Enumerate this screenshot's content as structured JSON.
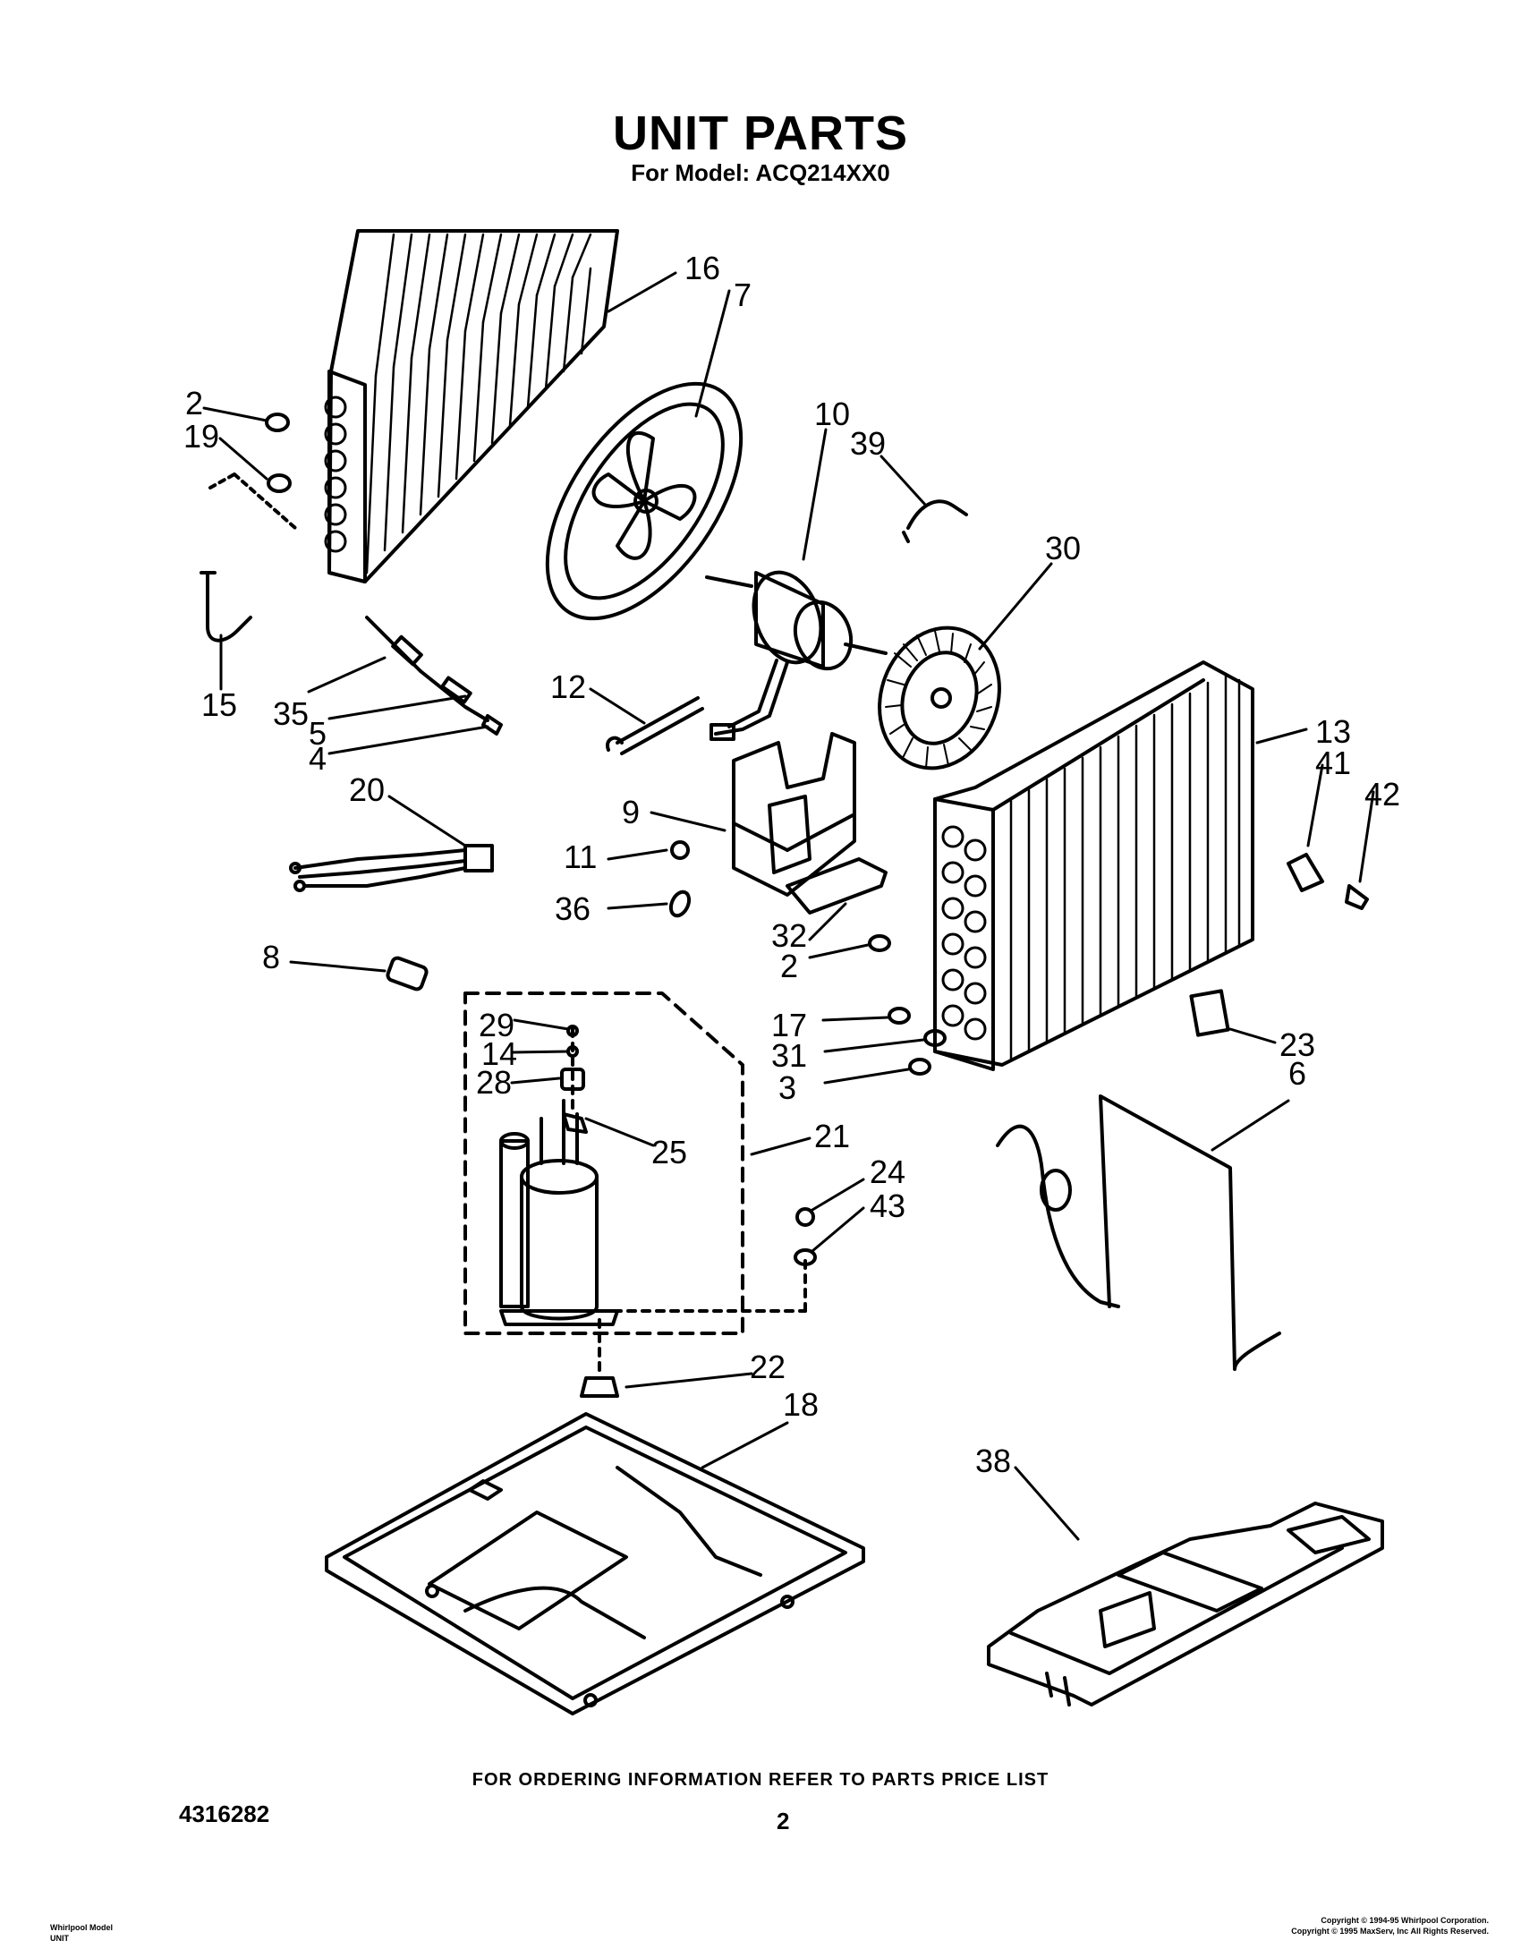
{
  "header": {
    "title": "UNIT PARTS",
    "subtitle": "For Model: ACQ214XX0"
  },
  "callouts": [
    "16",
    "7",
    "10",
    "39",
    "30",
    "2",
    "19",
    "15",
    "35",
    "5",
    "4",
    "12",
    "13",
    "41",
    "42",
    "20",
    "9",
    "11",
    "36",
    "32",
    "2",
    "8",
    "29",
    "14",
    "28",
    "17",
    "31",
    "3",
    "23",
    "6",
    "25",
    "21",
    "24",
    "43",
    "22",
    "18",
    "38"
  ],
  "footer": {
    "ordering_note": "FOR ORDERING INFORMATION REFER TO PARTS PRICE LIST",
    "document_number": "4316282",
    "page_number": "2",
    "model_line_1": "Whirlpool Model",
    "model_line_2": "UNIT",
    "copyright_1": "Copyright © 1994-95 Whirlpool Corporation.",
    "copyright_2": "Copyright © 1995 MaxServ, Inc   All Rights Reserved."
  }
}
